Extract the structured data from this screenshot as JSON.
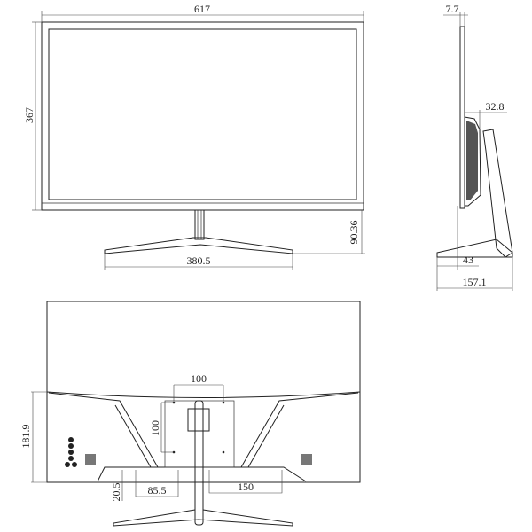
{
  "views": {
    "front": {
      "dimensions": {
        "width": "617",
        "height": "367",
        "stand_height": "90.36",
        "base_width": "380.5"
      }
    },
    "side": {
      "dimensions": {
        "panel_thickness": "7.7",
        "rear_depth": "32.8",
        "base_offset": "43",
        "base_depth": "157.1"
      }
    },
    "rear": {
      "dimensions": {
        "vesa_horizontal": "100",
        "vesa_vertical": "100",
        "rear_height": "181.9",
        "port_height": "20.5",
        "port_width_left": "85.5",
        "port_width_right": "150"
      }
    }
  },
  "colors": {
    "line": "#222222",
    "background": "#ffffff"
  }
}
